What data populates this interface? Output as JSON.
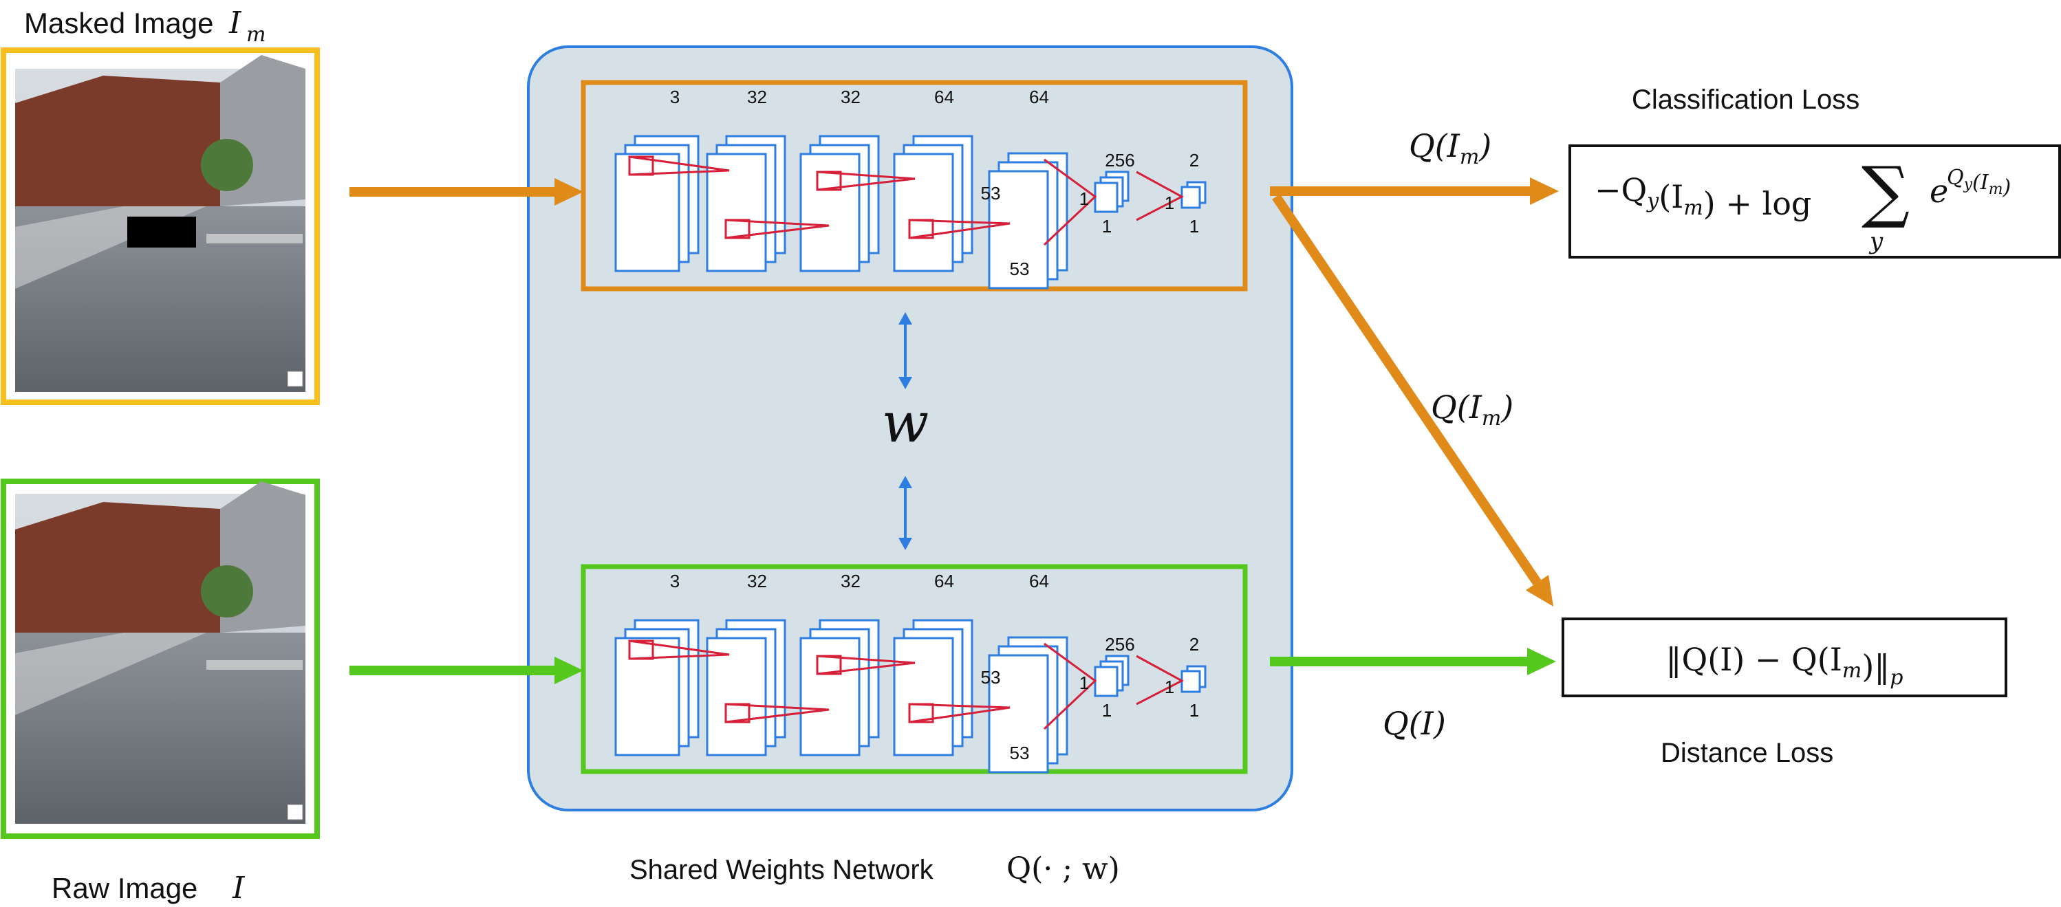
{
  "inputs": {
    "masked": {
      "label": "Masked Image",
      "symbol": "I",
      "subscript": "m",
      "frame_color": "#F9BE1C"
    },
    "raw": {
      "label": "Raw Image",
      "symbol": "I",
      "frame_color": "#55C81E"
    }
  },
  "network": {
    "title": "Shared Weights Network",
    "signature": "Q(· ; w)",
    "weight_symbol": "w",
    "panel_color": "#D5E1E7",
    "panel_border": "#2E7DE0",
    "branch_colors": {
      "top": "#E08A1A",
      "bottom": "#55C81E"
    },
    "layer_channels": [
      "3",
      "32",
      "32",
      "64",
      "64"
    ],
    "spatial_side": "53",
    "depth_one": "1",
    "fc_units": "256",
    "fc_ones": [
      "1",
      "1"
    ],
    "out_units": "2",
    "out_ones": [
      "1",
      "1"
    ]
  },
  "outputs": {
    "top_edge_label": "Q(I_m)",
    "diag_edge_label": "Q(I_m)",
    "bottom_edge_label": "Q(I)",
    "classification": {
      "title": "Classification Loss",
      "formula_main": "−Q_y(I_m) + log",
      "sum_symbol": "∑",
      "sum_index": "y",
      "exp_base": "e",
      "exp_power": "Q_y(I_m)"
    },
    "distance": {
      "title": "Distance Loss",
      "formula": "‖Q(I) − Q(I_m)‖_p"
    }
  },
  "colors": {
    "orange": "#E08A1A",
    "green": "#55C81E",
    "blue": "#2E7DE0",
    "red": "#D6203A"
  }
}
